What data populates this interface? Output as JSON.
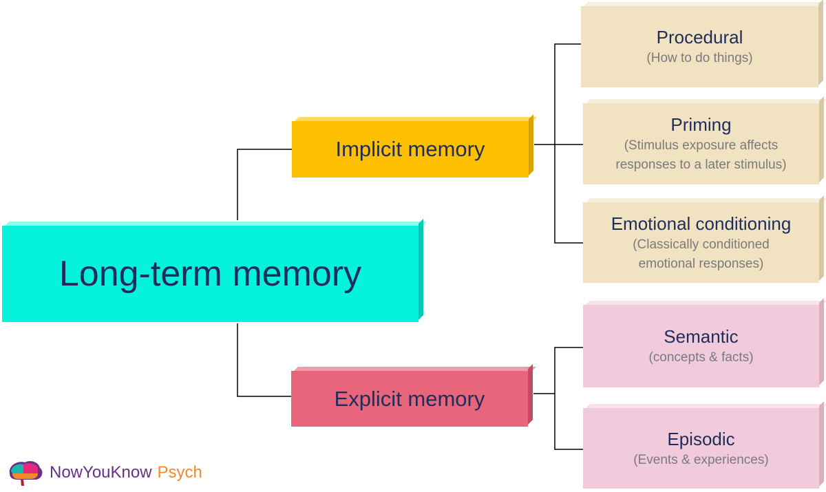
{
  "root": {
    "label": "Long-term memory",
    "color": "#05f3dd"
  },
  "branches": [
    {
      "label": "Implicit memory",
      "color": "#fec000",
      "children": [
        {
          "title": "Procedural",
          "subtitle": "(How to do things)"
        },
        {
          "title": "Priming",
          "subtitle_line1": "(Stimulus exposure affects",
          "subtitle_line2": "responses to a later stimulus)"
        },
        {
          "title": "Emotional conditioning",
          "subtitle_line1": "(Classically conditioned",
          "subtitle_line2": "emotional responses)"
        }
      ]
    },
    {
      "label": "Explicit memory",
      "color": "#e8667c",
      "children": [
        {
          "title": "Semantic",
          "subtitle": "(concepts & facts)"
        },
        {
          "title": "Episodic",
          "subtitle": "(Events & experiences)"
        }
      ]
    }
  ],
  "leaf_colors": {
    "implicit_children": "#f1e2c2",
    "explicit_children": "#f1cbdb"
  },
  "brand": {
    "part1": "NowYouKnow",
    "part2": "Psych",
    "logo_icon": "brain-icon"
  }
}
